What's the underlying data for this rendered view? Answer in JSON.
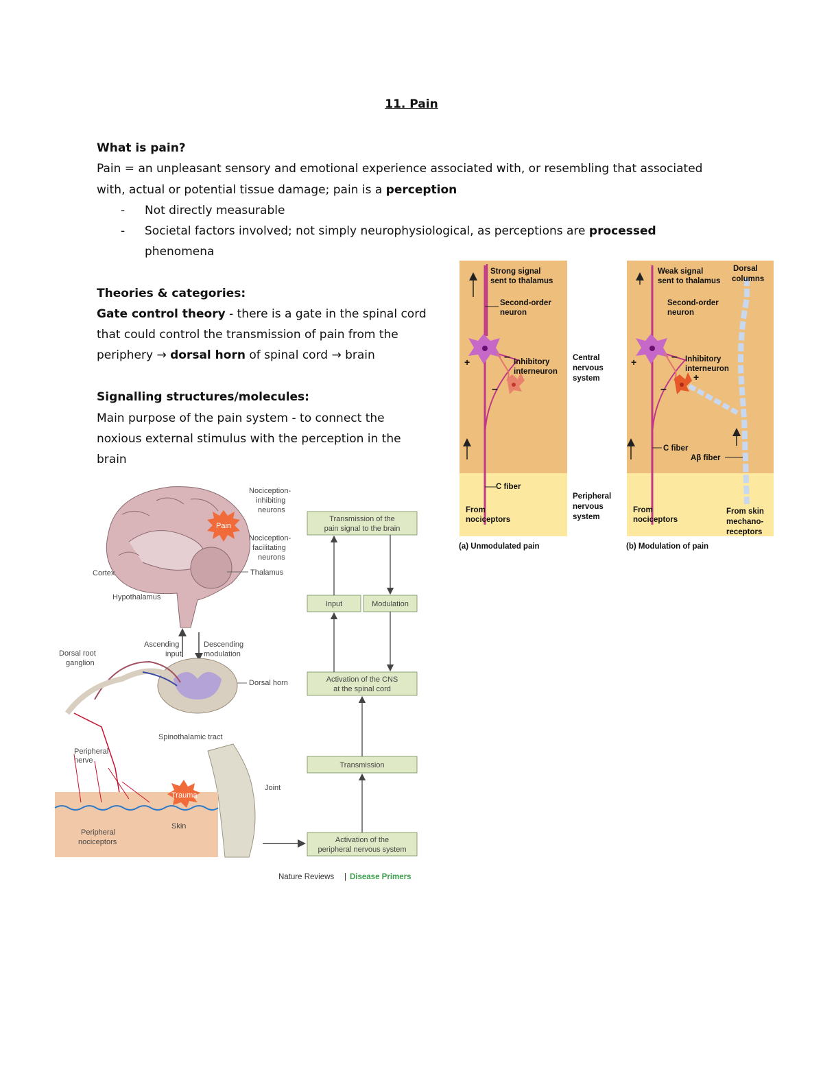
{
  "title": "11. Pain",
  "s1": {
    "heading": "What is pain?",
    "line1": "Pain = an unpleasant sensory and emotional experience associated with, or resembling that associated",
    "line2_a": "with, actual or potential tissue damage; pain is a ",
    "line2_b": "perception",
    "bullet1": "Not directly measurable",
    "bullet2_a": "Societal factors involved; not simply neurophysiological, as perceptions are ",
    "bullet2_b": "processed",
    "bullet2_c": "phenomena"
  },
  "s2": {
    "heading": "Theories & categories:",
    "gate_term": "Gate control theory",
    "gate_l1": " - there is a gate in the spinal cord",
    "gate_l2": "that could control the transmission of pain from the",
    "gate_l3_a": "periphery → ",
    "gate_l3_b": "dorsal horn",
    "gate_l3_c": " of spinal cord → brain"
  },
  "s3": {
    "heading": "Signalling structures/molecules:",
    "l1": "Main purpose of the pain system - to connect the",
    "l2": "noxious external stimulus with the perception in the",
    "l3": "brain"
  },
  "fig_gate": {
    "a_top": [
      "Strong signal",
      "sent to thalamus"
    ],
    "b_top": [
      "Weak signal",
      "sent to thalamus"
    ],
    "second_order": [
      "Second-order",
      "neuron"
    ],
    "inhibitory": [
      "Inhibitory",
      "interneuron"
    ],
    "cns": [
      "Central",
      "nervous",
      "system"
    ],
    "pns": [
      "Peripheral",
      "nervous",
      "system"
    ],
    "c_fiber": "C fiber",
    "ab_fiber": "Aβ fiber",
    "dorsal_columns": [
      "Dorsal",
      "columns"
    ],
    "from_noci": [
      "From",
      "nociceptors"
    ],
    "from_skin": [
      "From skin",
      "mechano-",
      "receptors"
    ],
    "caption_a": "(a) Unmodulated pain",
    "caption_b": "(b) Modulation of pain"
  },
  "fig_pathway": {
    "noci_inhib": [
      "Nociception-",
      "inhibiting",
      "neurons"
    ],
    "noci_facil": [
      "Nociception-",
      "facilitating",
      "neurons"
    ],
    "pain": "Pain",
    "cortex": "Cortex",
    "thalamus": "Thalamus",
    "hypothalamus": "Hypothalamus",
    "ascending": [
      "Ascending",
      "input"
    ],
    "descending": [
      "Descending",
      "modulation"
    ],
    "drg": [
      "Dorsal root",
      "ganglion"
    ],
    "dorsal_horn": "Dorsal horn",
    "spinothalamic": "Spinothalamic tract",
    "peripheral_nerve": [
      "Peripheral",
      "nerve"
    ],
    "joint": "Joint",
    "trauma": "Trauma",
    "skin": "Skin",
    "peripheral_noci": [
      "Peripheral",
      "nociceptors"
    ],
    "box_transmission_brain": [
      "Transmission of the",
      "pain signal to the brain"
    ],
    "box_input": "Input",
    "box_modulation": "Modulation",
    "box_cns": [
      "Activation of the CNS",
      "at the spinal cord"
    ],
    "box_transmission": "Transmission",
    "box_pns": [
      "Activation of the",
      "peripheral nervous system"
    ],
    "credit_a": "Nature Reviews",
    "credit_sep": "|",
    "credit_b": "Disease Primers"
  }
}
